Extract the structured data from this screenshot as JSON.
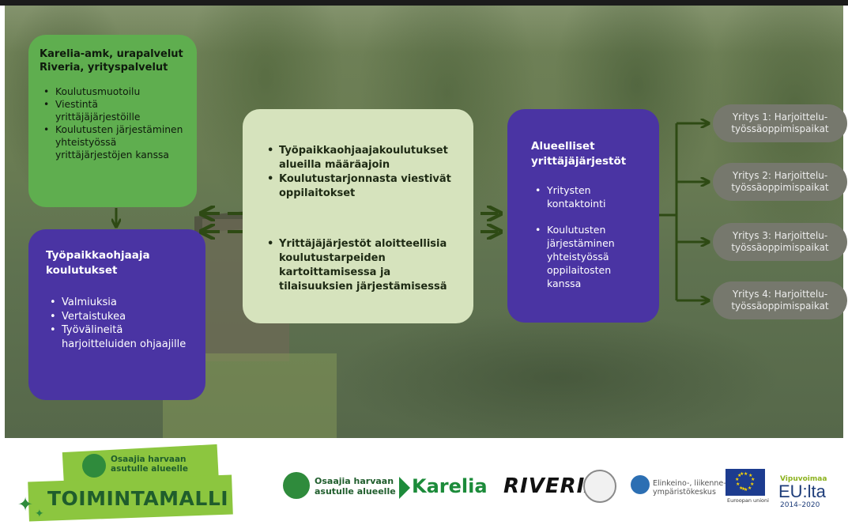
{
  "colors": {
    "green_box": "#5fae4f",
    "purple_box": "#4a34a3",
    "light_box": "#d6e3bd",
    "pill": "#76786d",
    "arrow": "#2e4a14",
    "brand_green": "#1f5d2c"
  },
  "diagram": {
    "green_box": {
      "title_line1": "Karelia-amk, urapalvelut",
      "title_line2": "Riveria, yrityspalvelut",
      "items": [
        "Koulutusmuotoilu",
        "Viestintä yrittäjäjärjestöille",
        "Koulutusten järjestäminen yhteistyössä yrittäjärjestöjen kanssa"
      ]
    },
    "purple_left": {
      "title": "Työpaikkaohjaaja koulutukset",
      "items": [
        "Valmiuksia",
        "Vertaistukea",
        "Työvälineitä harjoitteluiden ohjaajille"
      ]
    },
    "light_box": {
      "items_top": [
        "Työpaikkaohjaajakoulutukset alueilla määräajoin",
        "Koulutustarjonnasta viestivät oppilaitokset"
      ],
      "items_bottom": [
        "Yrittäjäjärjestöt aloitteellisia koulutustarpeiden kartoittamisessa ja tilaisuuksien järjestämisessä"
      ]
    },
    "purple_mid": {
      "title": "Alueelliset yrittäjäjärjestöt",
      "items": [
        "Yritysten kontaktointi",
        "Koulutusten järjestäminen yhteistyössä oppilaitosten kanssa"
      ]
    },
    "pills": [
      "Yritys 1: Harjoittelu-työssäoppimispaikat",
      "Yritys 2: Harjoittelu-työssäoppimispaikat",
      "Yritys 3: Harjoittelu-työssäoppimispaikat",
      "Yritys 4: Harjoittelu-työssäoppimispaikat"
    ]
  },
  "footer": {
    "badge_line1": "Osaajia harvaan",
    "badge_line2": "asutulle alueelle",
    "main_title": "TOIMINTAMALLI",
    "logos": {
      "osaajia_line1": "Osaajia harvaan",
      "osaajia_line2": "asutulle alueelle",
      "karelia": "Karelia",
      "riveria": "RIVERIA",
      "ely_line1": "Elinkeino-, liikenne- ja",
      "ely_line2": "ympäristökeskus",
      "eu_line1": "Euroopan unioni",
      "vipu_top": "Vipuvoimaa",
      "vipu_main": "EU:lta",
      "vipu_years": "2014–2020"
    }
  }
}
